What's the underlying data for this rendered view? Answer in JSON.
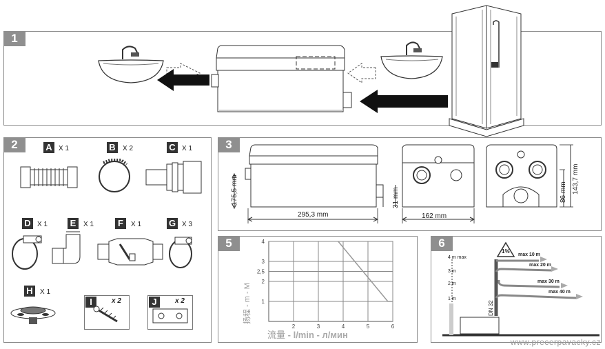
{
  "panels": {
    "p1": {
      "number": "1"
    },
    "p2": {
      "number": "2"
    },
    "p3": {
      "number": "3"
    },
    "p5": {
      "number": "5"
    },
    "p6": {
      "number": "6"
    }
  },
  "parts": [
    {
      "letter": "A",
      "qty": "X 1"
    },
    {
      "letter": "B",
      "qty": "X 2"
    },
    {
      "letter": "C",
      "qty": "X 1"
    },
    {
      "letter": "D",
      "qty": "X 1"
    },
    {
      "letter": "E",
      "qty": "X 1"
    },
    {
      "letter": "F",
      "qty": "X 1"
    },
    {
      "letter": "G",
      "qty": "X 3"
    },
    {
      "letter": "H",
      "qty": "X 1"
    },
    {
      "letter": "I",
      "qty": "x 2"
    },
    {
      "letter": "J",
      "qty": "x 2"
    }
  ],
  "dimensions": {
    "height_front": "175,5 mm",
    "height_base": "31 mm",
    "length": "295,3 mm",
    "width": "162 mm",
    "height_outlet": "86 mm",
    "height_total": "143,7 mm"
  },
  "pump_chart": {
    "ylabel": "扬程 - m - M",
    "xlabel_cn": "流量",
    "xlabel_rest": "- l/min - л/мин"
  },
  "chart_data": {
    "type": "line",
    "xlabel": "流量 - l/min - л/мин",
    "ylabel": "扬程 - m - M",
    "x_ticks": [
      "2",
      "3",
      "4",
      "5",
      "6"
    ],
    "y_ticks": [
      "4",
      "3",
      "2,5",
      "2",
      "1"
    ],
    "xlim": [
      1,
      6
    ],
    "ylim": [
      0,
      4
    ],
    "grid": true,
    "series": [
      {
        "x": [
          3.8,
          5.8,
          6
        ],
        "y": [
          4,
          1,
          1
        ]
      }
    ]
  },
  "install": {
    "slope": "1%",
    "height_labels": [
      "4 m max",
      "3 m",
      "2 m",
      "1 m"
    ],
    "pipe_label": "DN 32",
    "runs": [
      "max 10 m",
      "max 20 m",
      "max 30 m",
      "max 40 m"
    ]
  },
  "watermark": "www.precerpavacky.cz"
}
